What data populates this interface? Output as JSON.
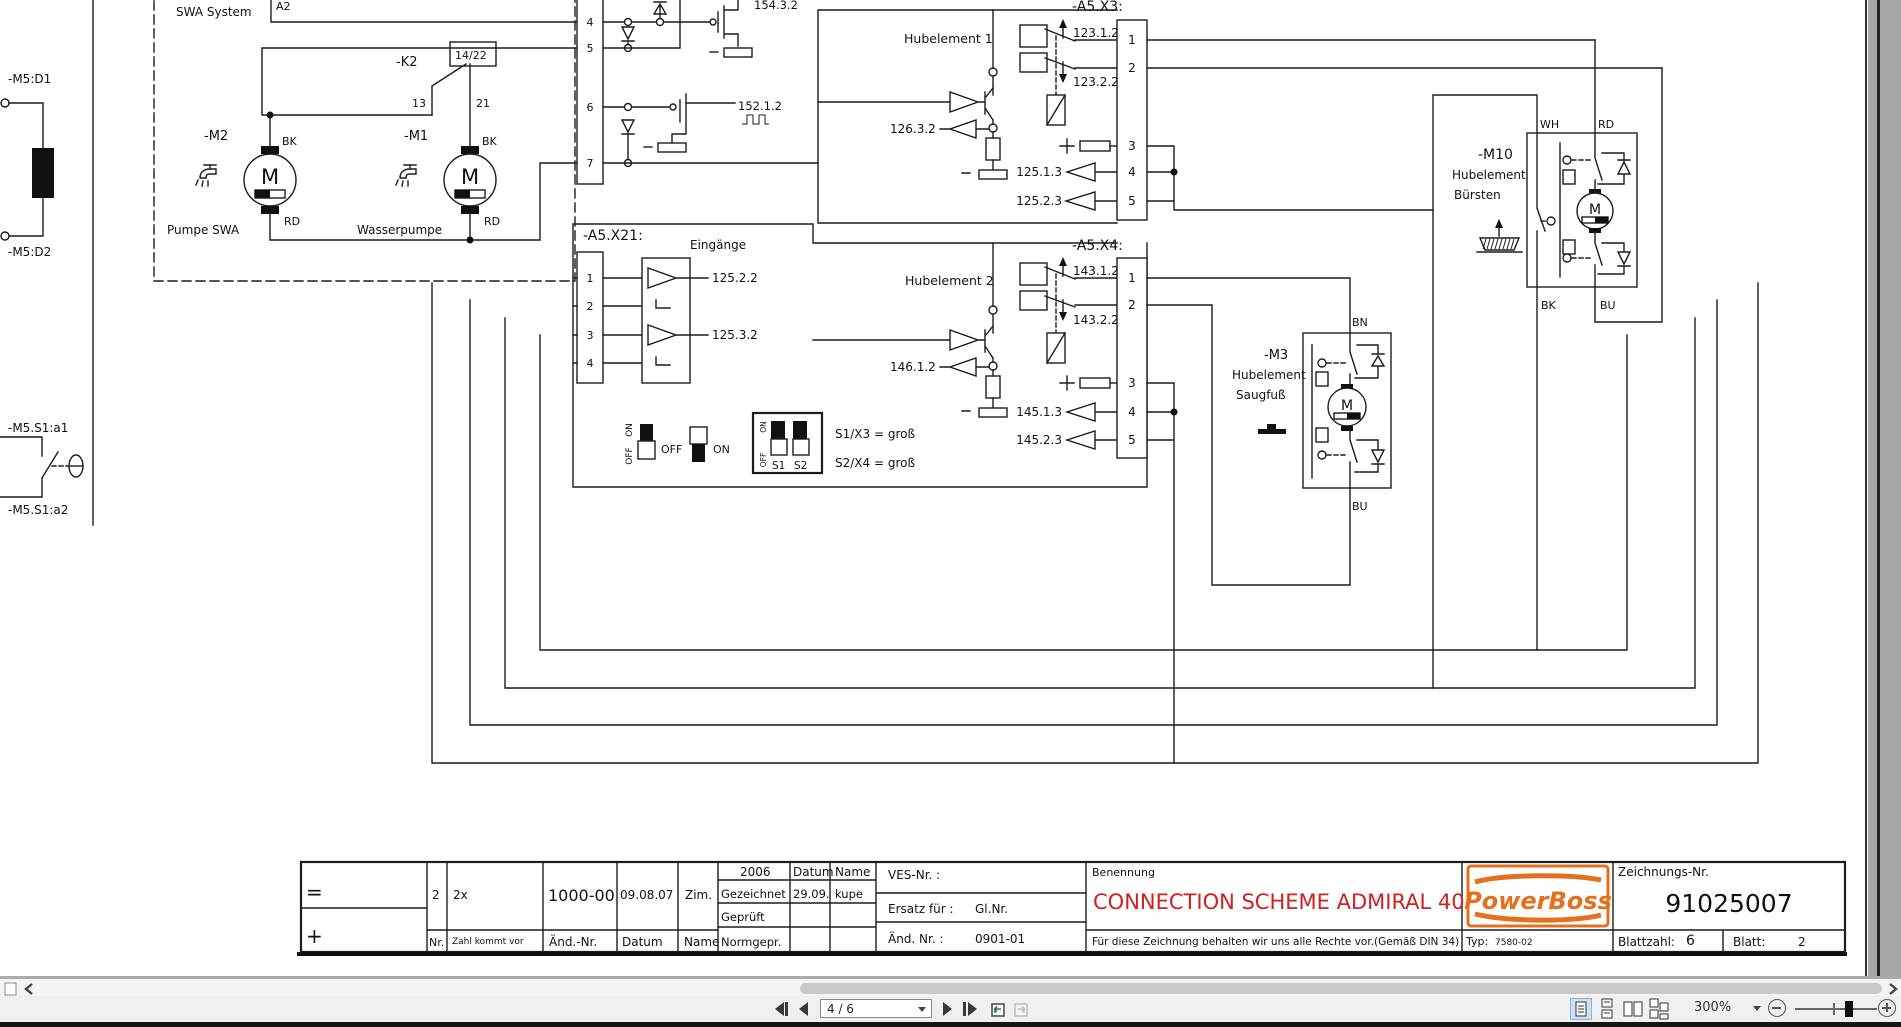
{
  "sch": {
    "swa_system": "SWA System",
    "a2": "A2",
    "k2": "-K2",
    "k2_pins": "14/22",
    "n13": "13",
    "n21": "21",
    "m2": "-M2",
    "m1": "-M1",
    "bk": "BK",
    "rd": "RD",
    "pumpe_swa": "Pumpe SWA",
    "wasserpumpe": "Wasserpumpe",
    "motor_m": "M",
    "l154": "154.3.2",
    "l152": "152.1.2",
    "x21": "-A5.X21:",
    "eingaenge": "Eingänge",
    "l12522": "125.2.2",
    "l12532": "125.3.2",
    "on": "ON",
    "off": "OFF",
    "s1": "S1",
    "s2": "S2",
    "s1x3": "S1/X3 = groß",
    "s2x4": "S2/X4 = groß",
    "x3": "-A5.X3:",
    "hubelement1": "Hubelement 1",
    "l12312": "123.1.2",
    "l12322": "123.2.2",
    "l12632": "126.3.2",
    "l12513": "125.1.3",
    "l12523": "125.2.3",
    "x4": "-A5.X4:",
    "hubelement2": "Hubelement 2",
    "l14312": "143.1.2",
    "l14322": "143.2.2",
    "l14612": "146.1.2",
    "l14513": "145.1.3",
    "l14523": "145.2.3",
    "m3": "-M3",
    "hubelement": "Hubelement",
    "saugfuss": "Saugfuß",
    "bn": "BN",
    "bu": "BU",
    "m10": "-M10",
    "buersten": "Bürsten",
    "wh": "WH",
    "m5d1": "-M5:D1",
    "m5d2": "-M5:D2",
    "m5s1a1": "-M5.S1:a1",
    "m5s1a2": "-M5.S1:a2",
    "p1": "1",
    "p2": "2",
    "p3": "3",
    "p4": "4",
    "p5": "5",
    "p6": "6",
    "p7": "7"
  },
  "tb": {
    "eq": "=",
    "plus": "+",
    "rev": "2",
    "nr": "Nr.",
    "qty": "2x",
    "zahl": "Zahl kommt vor",
    "aend_val": "1000-00",
    "aend_nr": "Änd.-Nr.",
    "datum_val": "09.08.07",
    "datum": "Datum",
    "zim": "Zim.",
    "name": "Name",
    "y2006": "2006",
    "gezeichnet": "Gezeichnet",
    "gez_datum": "29.09.",
    "gez_name": "kupe",
    "geprueft": "Geprüft",
    "normgepr": "Normgepr.",
    "ves": "VES-Nr. :",
    "ersatz": "Ersatz für :",
    "glnr": "Gl.Nr.",
    "aend2": "Änd. Nr. :",
    "aend2_val": "0901-01",
    "benennung": "Benennung",
    "title": "CONNECTION SCHEME ADMIRAL 40",
    "rights": "Für diese Zeichnung behalten wir uns alle Rechte vor.(Gemäß DIN 34)",
    "brand": "PowerBoss",
    "typ": "Typ:",
    "typ_val": "7580-02",
    "znr": "Zeichnungs-Nr.",
    "drawing_no": "91025007",
    "blattzahl": "Blattzahl:",
    "blattzahl_val": "6",
    "blatt": "Blatt:",
    "blatt_val": "2"
  },
  "ui": {
    "page_field": "4 / 6",
    "zoom_level": "300%"
  },
  "colors": {
    "accent_red": "#d02020",
    "brand_orange": "#e4701e",
    "highlight_blue": "#cfe0f6"
  }
}
